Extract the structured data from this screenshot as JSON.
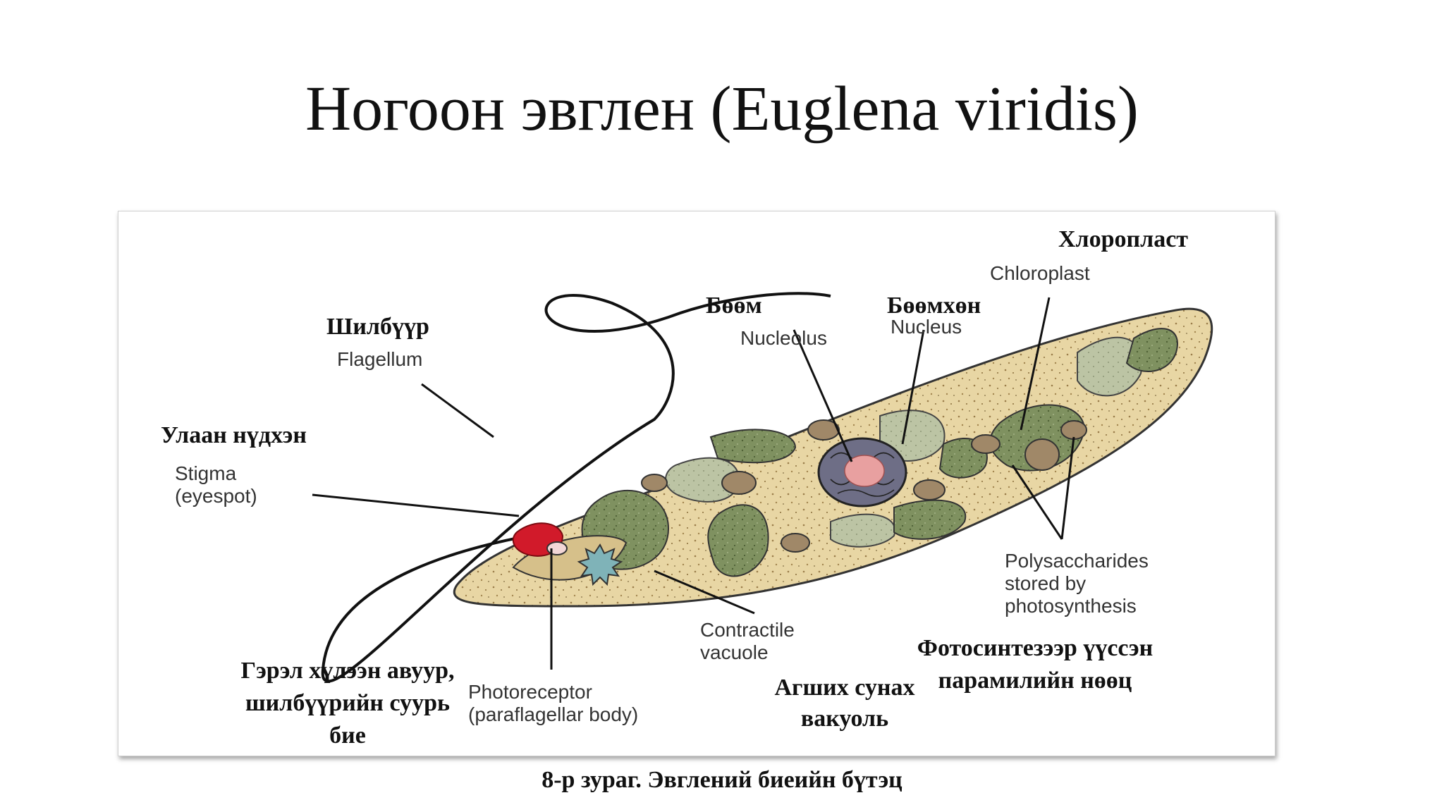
{
  "slide": {
    "title": "Ногоон эвглен (Euglena viridis)",
    "caption": "8-р зураг. Эвглений биеийн бүтэц"
  },
  "labels": {
    "flagellum_mn": "Шилбүүр",
    "flagellum_en": "Flagellum",
    "stigma_mn": "Улаан нүдхэн",
    "stigma_en_1": "Stigma",
    "stigma_en_2": "(eyespot)",
    "nucleolus_mn": "Бөөм",
    "nucleolus_en": "Nucleolus",
    "nucleus_mn": "Бөөмхөн",
    "nucleus_en": "Nucleus",
    "chloroplast_mn": "Хлоропласт",
    "chloroplast_en": "Chloroplast",
    "polysaccharides_en_1": "Polysaccharides",
    "polysaccharides_en_2": "stored by",
    "polysaccharides_en_3": "photosynthesis",
    "polysaccharides_mn_1": "Фотосинтезээр үүссэн",
    "polysaccharides_mn_2": "парамилийн нөөц",
    "vacuole_en_1": "Contractile",
    "vacuole_en_2": "vacuole",
    "vacuole_mn_1": "Агших сунах",
    "vacuole_mn_2": "вакуоль",
    "photoreceptor_en_1": "Photoreceptor",
    "photoreceptor_en_2": "(paraflagellar body)",
    "photoreceptor_mn_1": "Гэрэл хүлээн авуур,",
    "photoreceptor_mn_2": "шилбүүрийн суурь",
    "photoreceptor_mn_3": "бие"
  },
  "colors": {
    "cytoplasm": "#e8d6a4",
    "chloroplast": "#7f9160",
    "chloroplast_pale": "#bcc4a4",
    "nucleus": "#6e6e86",
    "nucleolus": "#e8a0a0",
    "stigma": "#d11a2a",
    "vacuole": "#7fb3b8",
    "paramylon": "#a08868"
  }
}
